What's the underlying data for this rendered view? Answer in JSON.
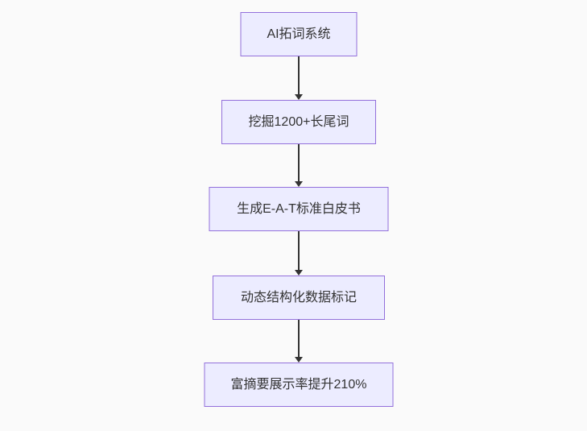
{
  "diagram": {
    "type": "flowchart",
    "direction": "top-down",
    "nodes": [
      {
        "id": "n1",
        "label": "AI拓词系统"
      },
      {
        "id": "n2",
        "label": "挖掘1200+长尾词"
      },
      {
        "id": "n3",
        "label": "生成E-A-T标准白皮书"
      },
      {
        "id": "n4",
        "label": "动态结构化数据标记"
      },
      {
        "id": "n5",
        "label": "富摘要展示率提升210%"
      }
    ],
    "edges": [
      {
        "from": "n1",
        "to": "n2"
      },
      {
        "from": "n2",
        "to": "n3"
      },
      {
        "from": "n3",
        "to": "n4"
      },
      {
        "from": "n4",
        "to": "n5"
      }
    ],
    "colors": {
      "node_fill": "#ECECFF",
      "node_border": "#9370DB",
      "arrow": "#333333",
      "text": "#333333",
      "background": "#FAFAFA"
    }
  }
}
